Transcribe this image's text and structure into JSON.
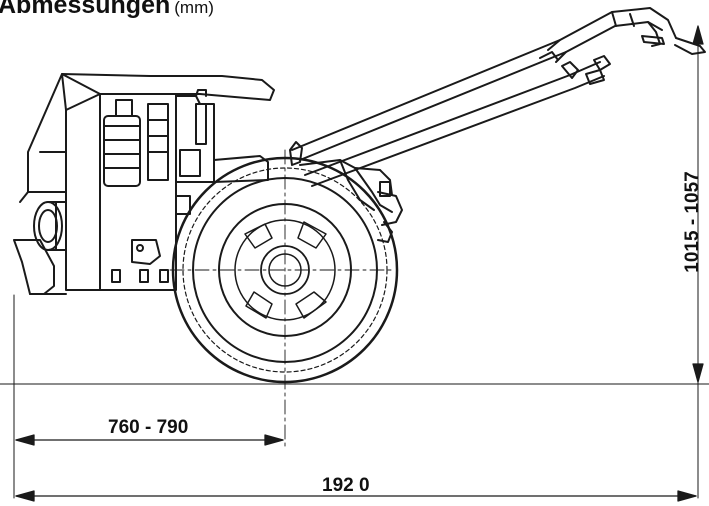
{
  "title": "Abmessungen",
  "unit": "(mm)",
  "dimensions": {
    "wheelbase_offset": "760 - 790",
    "overall_length": "192 0",
    "height": "1015 - 1057"
  }
}
